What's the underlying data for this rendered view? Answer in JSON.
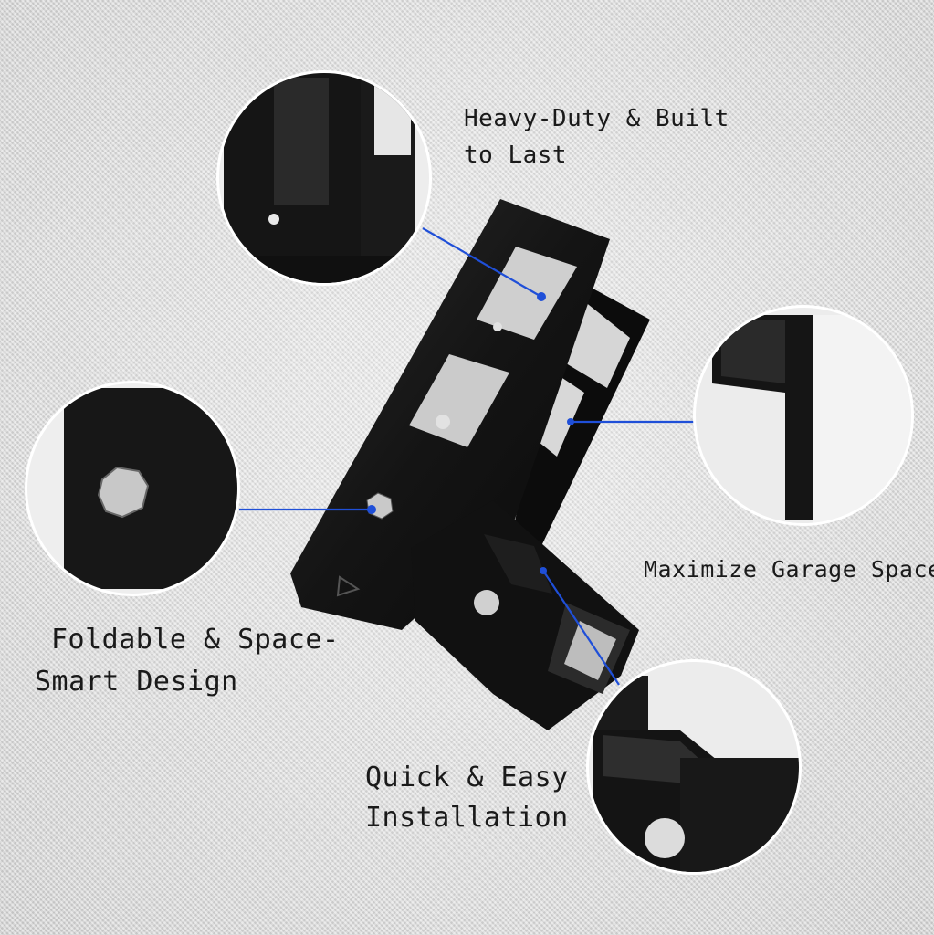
{
  "callouts": {
    "heavy_duty": {
      "line1": "Heavy-Duty & Built",
      "line2": "to Last"
    },
    "garage_space": {
      "line1": "Maximize Garage Space"
    },
    "foldable": {
      "line1": "Foldable & Space-",
      "line2": "Smart Design"
    },
    "installation": {
      "line1": "Quick & Easy",
      "line2": "Installation"
    }
  },
  "colors": {
    "background": "#dcdcdc",
    "product": "#141414",
    "leader_line": "#1f4fd8",
    "circle_border": "#ffffff"
  }
}
